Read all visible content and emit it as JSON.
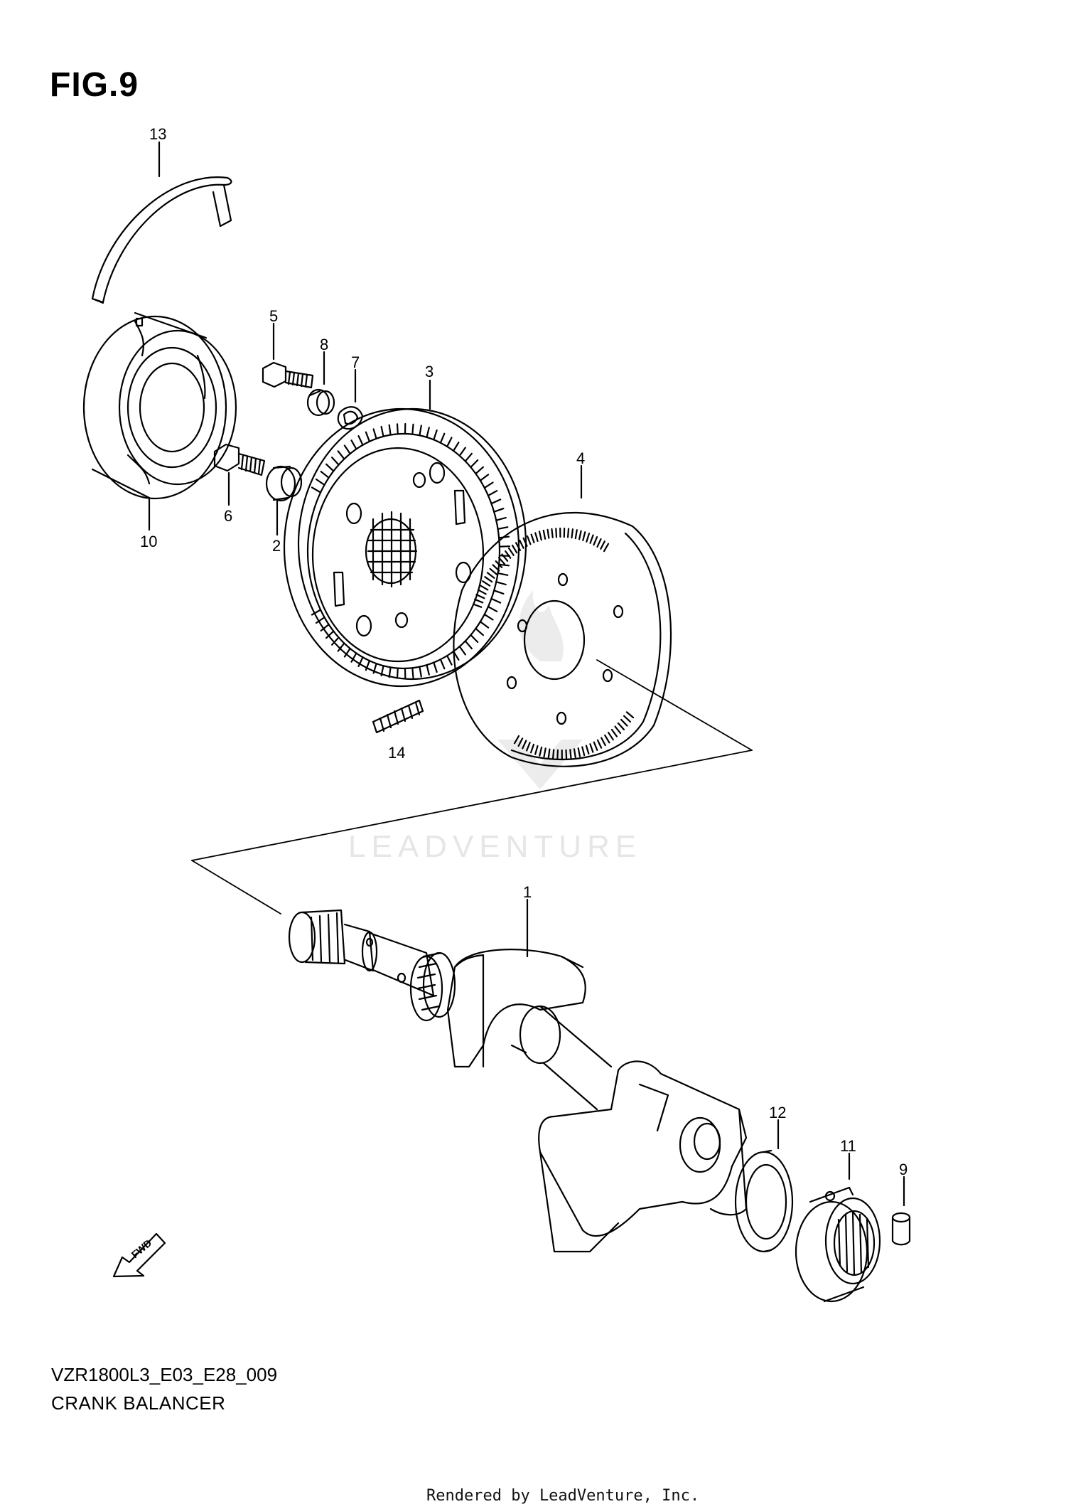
{
  "figure": {
    "title": "FIG.9",
    "code": "VZR1800L3_E03_E28_009",
    "caption": "CRANK BALANCER"
  },
  "watermark": "LEADVENTURE",
  "footer": "Rendered by LeadVenture, Inc.",
  "fwd_label": "FWD",
  "callouts": [
    {
      "id": "13",
      "label": "13"
    },
    {
      "id": "5",
      "label": "5"
    },
    {
      "id": "8",
      "label": "8"
    },
    {
      "id": "7",
      "label": "7"
    },
    {
      "id": "3",
      "label": "3"
    },
    {
      "id": "4",
      "label": "4"
    },
    {
      "id": "6",
      "label": "6"
    },
    {
      "id": "2",
      "label": "2"
    },
    {
      "id": "10",
      "label": "10"
    },
    {
      "id": "14",
      "label": "14"
    },
    {
      "id": "1",
      "label": "1"
    },
    {
      "id": "12",
      "label": "12"
    },
    {
      "id": "11",
      "label": "11"
    },
    {
      "id": "9",
      "label": "9"
    }
  ],
  "colors": {
    "line": "#000000",
    "watermark": "#e6e6e6"
  }
}
